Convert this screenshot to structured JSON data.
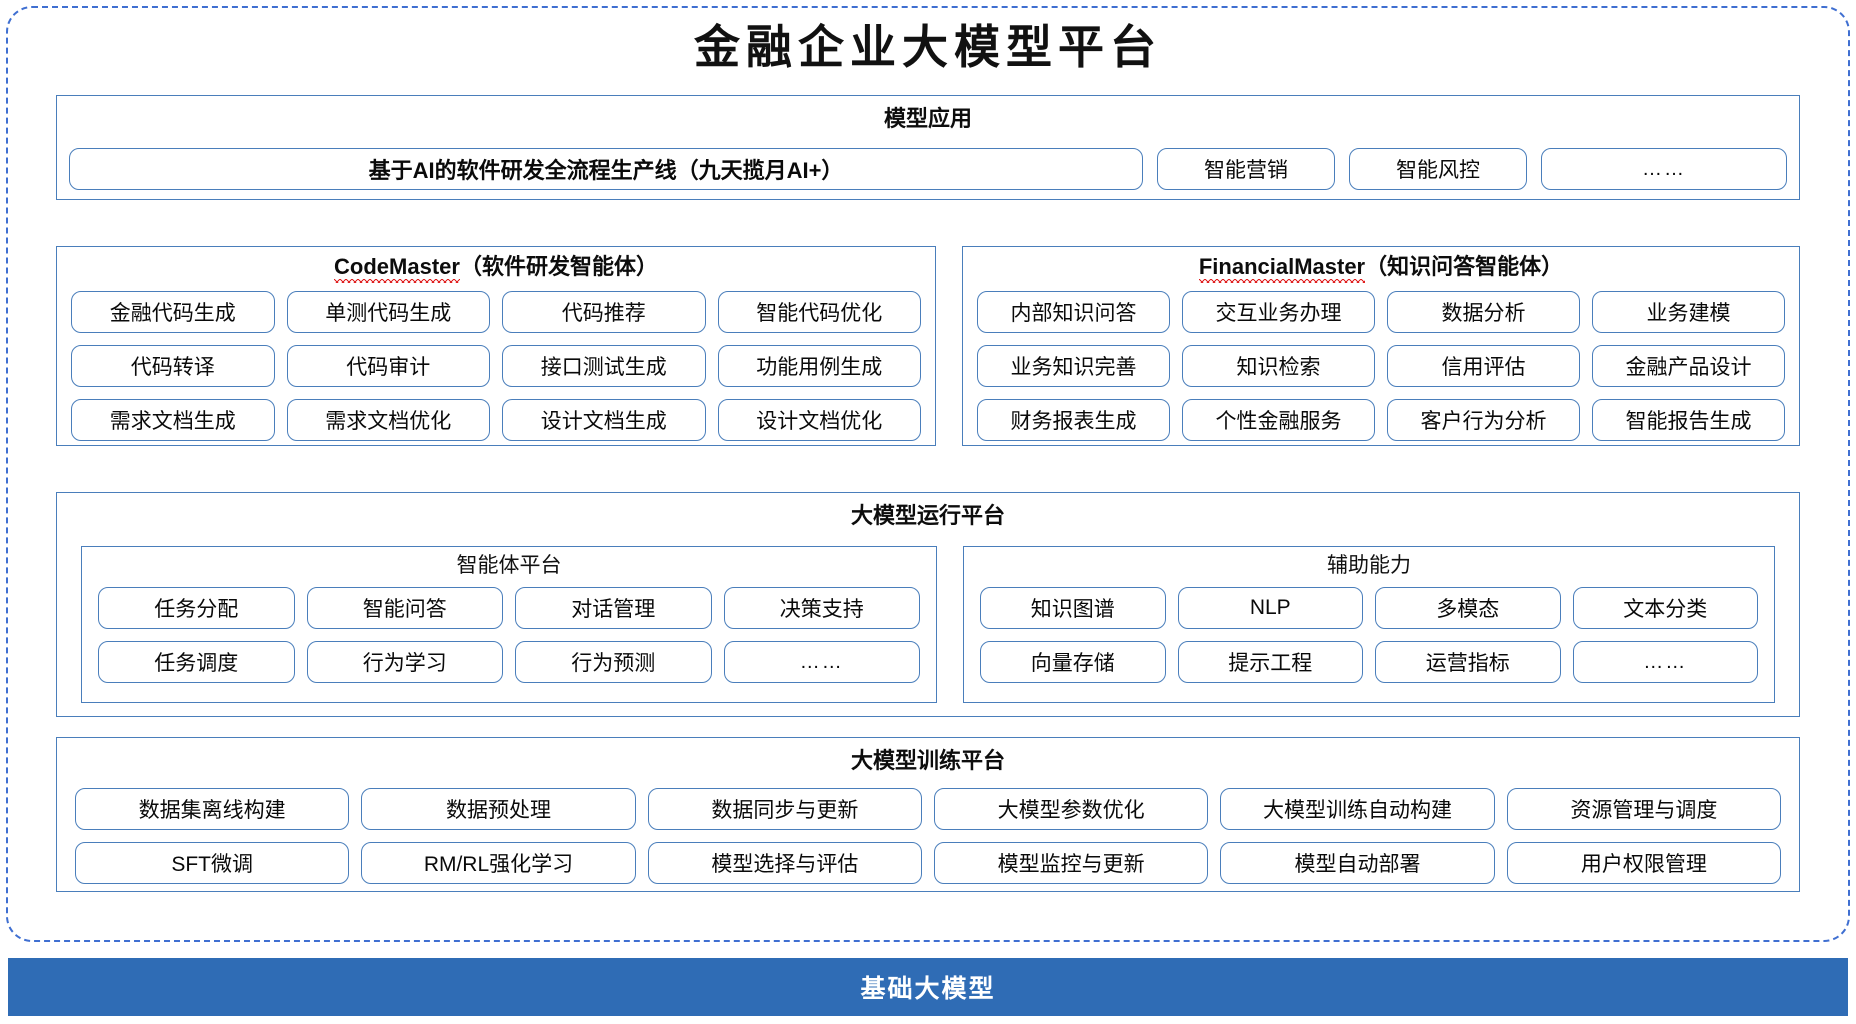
{
  "title": "金融企业大模型平台",
  "base_layer": {
    "label": "基础大模型"
  },
  "application_layer": {
    "title": "模型应用",
    "banner": "基于AI的软件研发全流程生产线（九天揽月AI+）",
    "items": [
      "智能营销",
      "智能风控",
      "……"
    ]
  },
  "agents": [
    {
      "name_latin": "CodeMaster",
      "name_cn": "（软件研发智能体）",
      "items": [
        "金融代码生成",
        "单测代码生成",
        "代码推荐",
        "智能代码优化",
        "代码转译",
        "代码审计",
        "接口测试生成",
        "功能用例生成",
        "需求文档生成",
        "需求文档优化",
        "设计文档生成",
        "设计文档优化"
      ]
    },
    {
      "name_latin": "FinancialMaster",
      "name_cn": "（知识问答智能体）",
      "items": [
        "内部知识问答",
        "交互业务办理",
        "数据分析",
        "业务建模",
        "业务知识完善",
        "知识检索",
        "信用评估",
        "金融产品设计",
        "财务报表生成",
        "个性金融服务",
        "客户行为分析",
        "智能报告生成"
      ]
    }
  ],
  "runtime_layer": {
    "title": "大模型运行平台",
    "groups": [
      {
        "title": "智能体平台",
        "items": [
          "任务分配",
          "智能问答",
          "对话管理",
          "决策支持",
          "任务调度",
          "行为学习",
          "行为预测",
          "……"
        ]
      },
      {
        "title": "辅助能力",
        "items": [
          "知识图谱",
          "NLP",
          "多模态",
          "文本分类",
          "向量存储",
          "提示工程",
          "运营指标",
          "……"
        ]
      }
    ]
  },
  "training_layer": {
    "title": "大模型训练平台",
    "items": [
      "数据集离线构建",
      "数据预处理",
      "数据同步与更新",
      "大模型参数优化",
      "大模型训练自动构建",
      "资源管理与调度",
      "SFT微调",
      "RM/RL强化学习",
      "模型选择与评估",
      "模型监控与更新",
      "模型自动部署",
      "用户权限管理"
    ]
  },
  "colors": {
    "frame_blue": "#3f6fd1",
    "border_blue": "#4a7ebb",
    "base_bar_blue": "#2f6cb5",
    "spellcheck_red": "#e02020"
  }
}
